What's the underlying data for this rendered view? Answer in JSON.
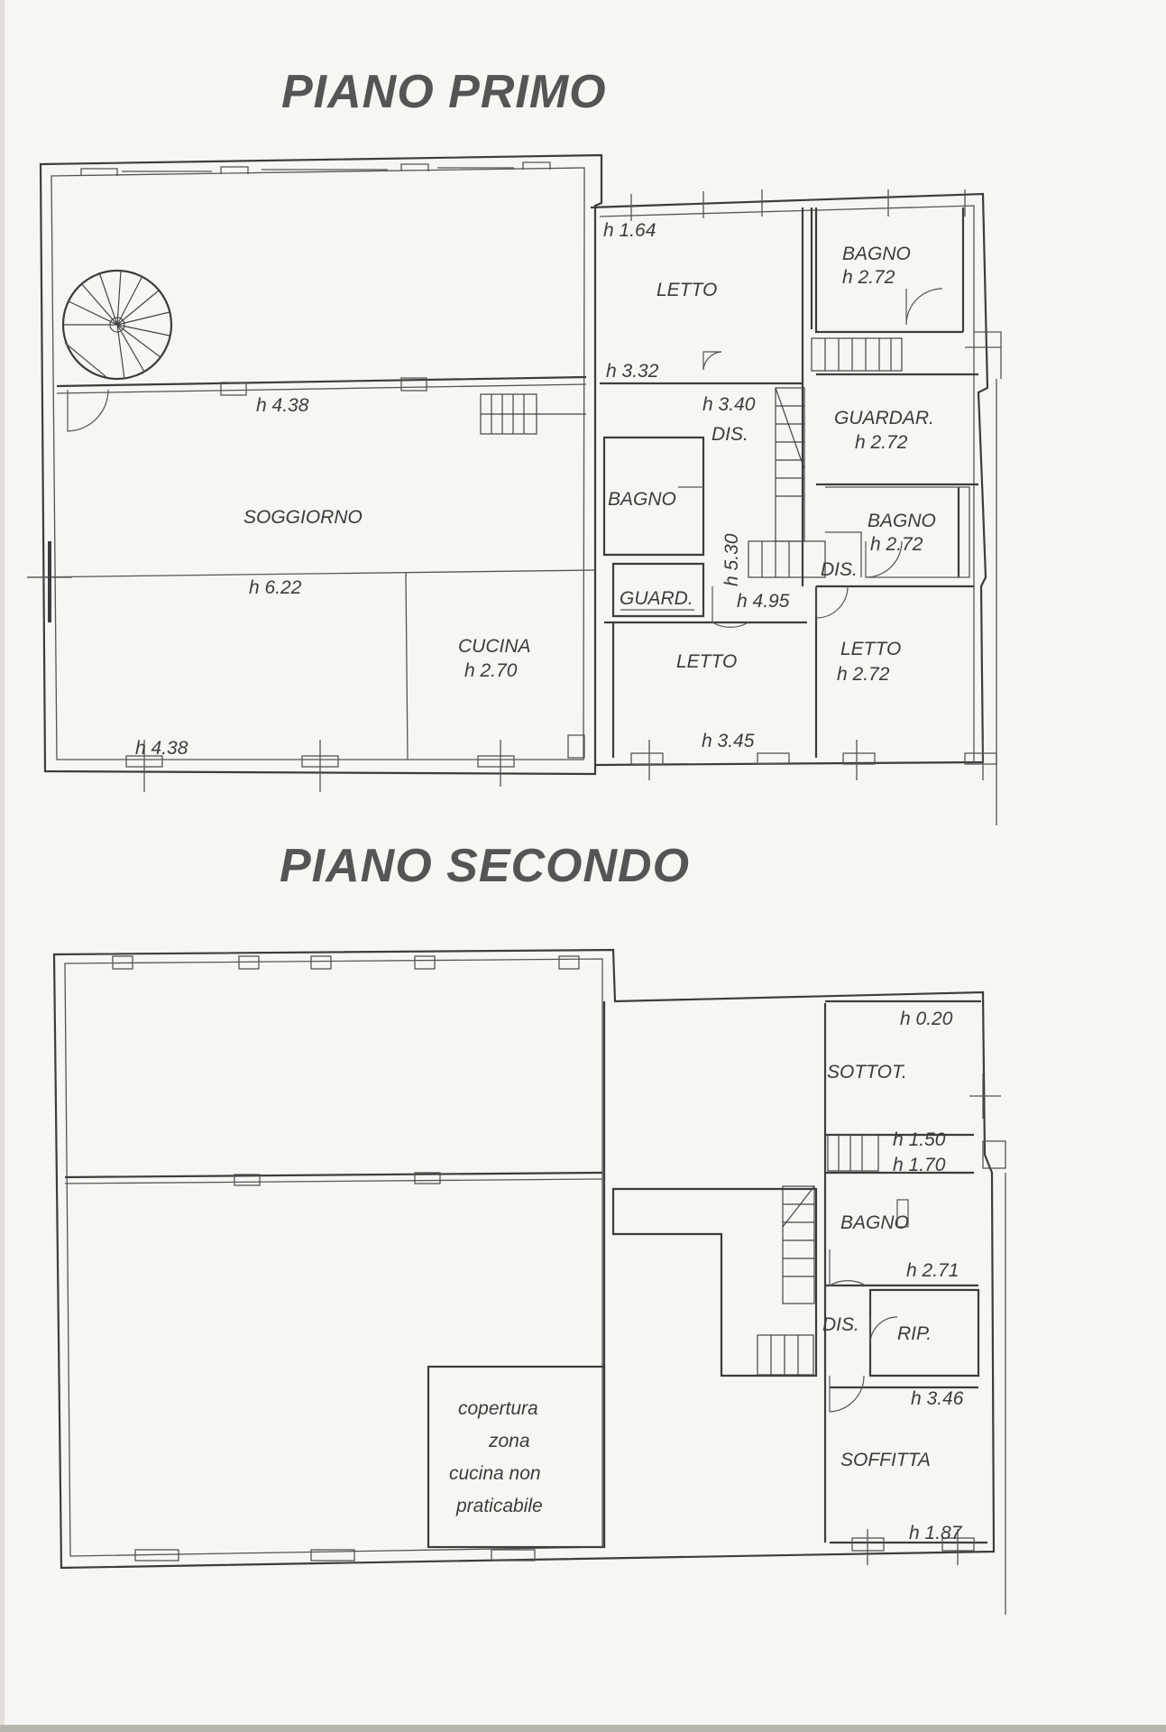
{
  "floors": [
    {
      "title": "PIANO PRIMO",
      "rooms": [
        {
          "name": "LETTO",
          "heights": [
            "h 1.64",
            "h 3.32"
          ]
        },
        {
          "name": "BAGNO",
          "heights": [
            "h 2.72"
          ]
        },
        {
          "name": "GUARDAR.",
          "heights": [
            "h 2.72"
          ]
        },
        {
          "name": "DIS.",
          "heights": [
            "h 3.40"
          ]
        },
        {
          "name": "BAGNO",
          "heights": []
        },
        {
          "name": "BAGNO",
          "heights": [
            "h 2.72"
          ]
        },
        {
          "name": "DIS.",
          "heights": []
        },
        {
          "name": "GUARD.",
          "heights": []
        },
        {
          "name": "LETTO",
          "heights": [
            "h 3.45"
          ]
        },
        {
          "name": "LETTO",
          "heights": [
            "h 2.72"
          ]
        },
        {
          "name": "SOGGIORNO",
          "heights": [
            "h 4.38",
            "h 6.22",
            "h 4.38"
          ]
        },
        {
          "name": "CUCINA",
          "heights": [
            "h 2.70"
          ]
        }
      ],
      "extra_heights": [
        "h 5.30",
        "h 4.95"
      ]
    },
    {
      "title": "PIANO SECONDO",
      "rooms": [
        {
          "name": "SOTTOT.",
          "heights": [
            "h 0.20",
            "h 1.50",
            "h 1.70"
          ]
        },
        {
          "name": "BAGNO",
          "heights": [
            "h 2.71"
          ]
        },
        {
          "name": "DIS.",
          "heights": []
        },
        {
          "name": "RIP.",
          "heights": []
        },
        {
          "name": "SOFFITTA",
          "heights": [
            "h 3.46",
            "h 1.87"
          ]
        }
      ],
      "note": [
        "copertura",
        "zona",
        "cucina non",
        "praticabile"
      ]
    }
  ]
}
